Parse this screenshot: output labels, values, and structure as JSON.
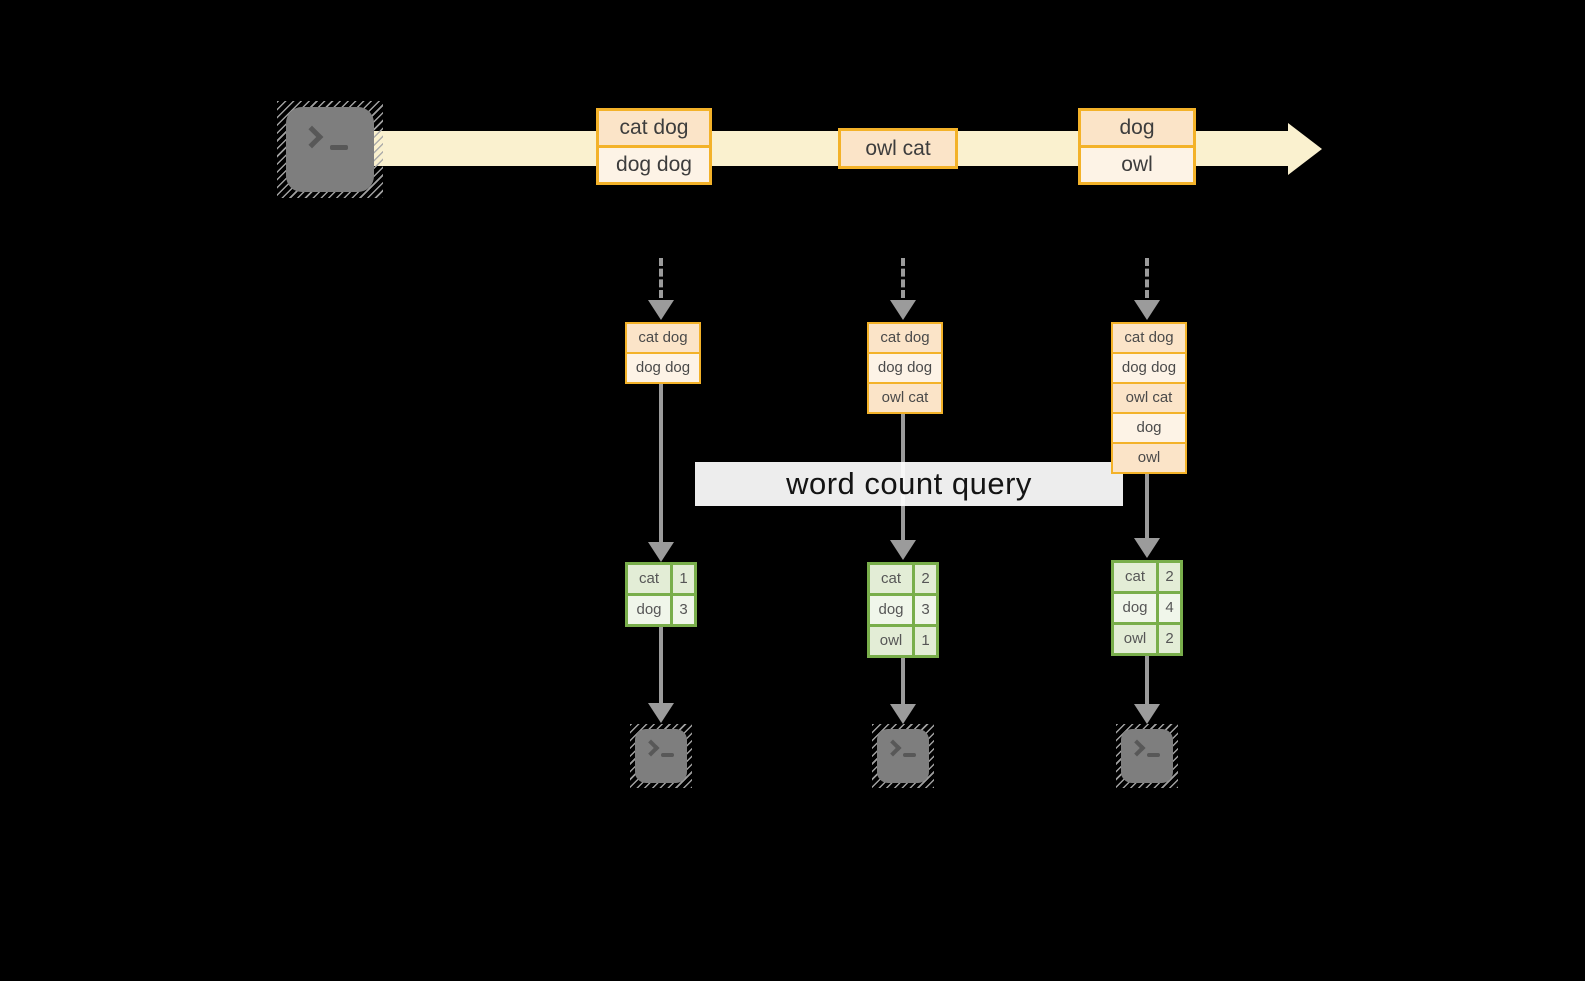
{
  "stream": {
    "events": [
      {
        "rows": [
          "cat dog",
          "dog dog"
        ]
      },
      {
        "rows": [
          "owl cat"
        ]
      },
      {
        "rows": [
          "dog",
          "owl"
        ]
      }
    ]
  },
  "query_label": "word count query",
  "columns": [
    {
      "state_rows": [
        "cat dog",
        "dog dog"
      ],
      "count_rows": [
        [
          "cat",
          "1"
        ],
        [
          "dog",
          "3"
        ]
      ]
    },
    {
      "state_rows": [
        "cat dog",
        "dog dog",
        "owl cat"
      ],
      "count_rows": [
        [
          "cat",
          "2"
        ],
        [
          "dog",
          "3"
        ],
        [
          "owl",
          "1"
        ]
      ]
    },
    {
      "state_rows": [
        "cat dog",
        "dog dog",
        "owl cat",
        "dog",
        "owl"
      ],
      "count_rows": [
        [
          "cat",
          "2"
        ],
        [
          "dog",
          "4"
        ],
        [
          "owl",
          "2"
        ]
      ]
    }
  ],
  "icons": {
    "source_terminal": "terminal-prompt-icon",
    "sink_terminals": [
      "terminal-prompt-icon",
      "terminal-prompt-icon",
      "terminal-prompt-icon"
    ]
  },
  "colors": {
    "background": "#000000",
    "stream_fill": "#FAF1CF",
    "event_border": "#F3B229",
    "event_row_dark": "#FBE4C8",
    "event_row_light": "#FDF3E6",
    "table_border": "#79AE4B",
    "table_row_dark": "#E3EDD6",
    "table_row_light": "#F0F6EA",
    "arrow_gray": "#9B9B9B",
    "terminal_gray": "#7E7E7E",
    "label_bg": "#FFFFFF",
    "text": "#3D3D3D"
  }
}
